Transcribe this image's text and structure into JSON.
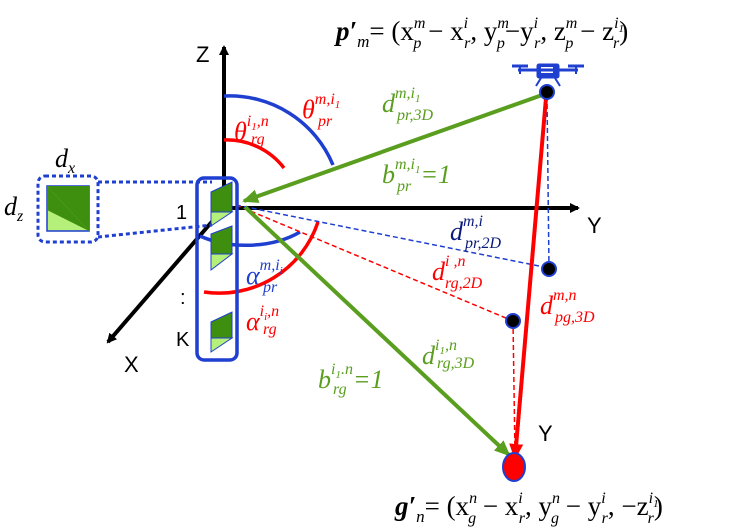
{
  "colors": {
    "red": "#ff0000",
    "green": "#5a9e1f",
    "blue": "#1f3fd0",
    "navy": "#0a1a7a",
    "black": "#000000",
    "panel_dark": "#3e8f0f",
    "panel_light": "#b5f07a"
  },
  "formula_pm": {
    "lhs": "p′",
    "lhs_sub": "m",
    "rhs": "= (x",
    "x_sup": "m",
    "x_sub": "p",
    "minus1": " − x",
    "xr_sup": "i",
    "xr_sub": "r",
    "comma1": ", y",
    "y_sup": "m",
    "y_sub": "p",
    "minus2": "−y",
    "yr_sup": "i",
    "yr_sub": "r",
    "comma2": ", z",
    "z_sup": "m",
    "z_sub": "p",
    "minus3": " − z",
    "zr_sup": "i",
    "zr_sup_sub": "1",
    "zr_sub": "r",
    "close": ")"
  },
  "formula_gn": {
    "lhs": "g′",
    "lhs_sub": "n",
    "rhs": "= (x",
    "x_sup": "n",
    "x_sub": "g",
    "minus1": " − x",
    "xr_sup": "i",
    "xr_sub": "r",
    "comma1": ", y",
    "y_sup": "n",
    "y_sub": "g",
    "minus2": " − y",
    "yr_sup": "i",
    "yr_sub": "r",
    "comma2": ", −z",
    "zr_sup": "i",
    "zr_sup_sub": "1",
    "zr_sub": "r",
    "close": ")"
  },
  "axes": {
    "z": "Z",
    "y": "Y",
    "x": "X",
    "y2": "Y"
  },
  "array": {
    "index_first": "1",
    "index_last": "K",
    "dots": ":",
    "dx": "d",
    "dx_sub": "x",
    "dz": "d",
    "dz_sub": "z"
  },
  "labels": {
    "theta_pr": {
      "base": "θ",
      "sup": "m,i",
      "sup_sub": "1",
      "sub": "pr"
    },
    "theta_rg": {
      "base": "θ",
      "sup": "i",
      "sup_sub": "1",
      "sup_tail": ",n",
      "sub": "rg"
    },
    "d_pr3d": {
      "base": "d",
      "sup": "m,i",
      "sup_sub": "1",
      "sub": "pr,3D"
    },
    "b_pr": {
      "base": "b",
      "sup": "m,i",
      "sup_sub": "1",
      "sub": "pr",
      "eq": "=1"
    },
    "d_pr2d": {
      "base": "d",
      "sup": "m,i",
      "sub": "pr,2D"
    },
    "d_rg2d": {
      "base": "d",
      "sup": "i ,n",
      "sub": "rg,2D"
    },
    "d_pg3d": {
      "base": "d",
      "sup": "m,n",
      "sub": "pg,3D"
    },
    "alpha_pr": {
      "base": "α",
      "sup": "m,i",
      "sup_sub": "i",
      "sub": "pr"
    },
    "alpha_rg": {
      "base": "α",
      "sup": "i",
      "sup_sub": "i",
      "sup_tail": ",n",
      "sub": "rg"
    },
    "d_rg3d": {
      "base": "d",
      "sup": "i",
      "sup_sub": "1",
      "sup_tail": ",n",
      "sub": "rg,3D"
    },
    "b_rg": {
      "base": "b",
      "sup": "i",
      "sup_sub": "1",
      "sup_tail": ".n",
      "sub": "rg",
      "eq": "=1"
    }
  }
}
